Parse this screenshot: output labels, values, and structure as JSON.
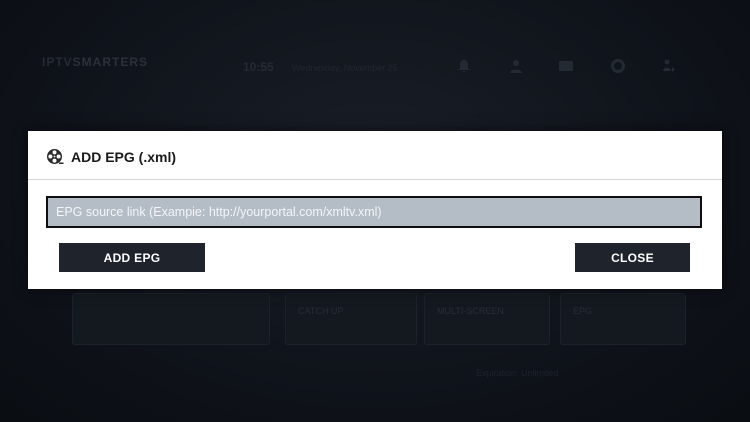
{
  "background": {
    "logo": {
      "prefix": "IPTV",
      "brand": "SMARTERS"
    },
    "clock": "10:55",
    "date": "Wednesday, November 25",
    "icons": [
      "bell-icon",
      "user-icon",
      "tv-icon",
      "gear-icon",
      "switch-user-icon"
    ],
    "tiles": [
      {
        "label": ""
      },
      {
        "label": "CATCH UP"
      },
      {
        "label": "MULTI-SCREEN"
      },
      {
        "label": "EPG"
      },
      {
        "label": ""
      }
    ],
    "footer": "Expiration: Unlimited"
  },
  "dialog": {
    "icon": "film-reel-icon",
    "title": "ADD EPG (.xml)",
    "input": {
      "value": "",
      "placeholder": "EPG source link (Exampie: http://yourportal.com/xmltv.xml)"
    },
    "add_button_label": "ADD EPG",
    "close_button_label": "CLOSE"
  },
  "colors": {
    "dialog_bg": "#ffffff",
    "input_bg": "#b4bcc6",
    "button_bg": "#1f242c",
    "overlay_bg": "#0d1117"
  }
}
